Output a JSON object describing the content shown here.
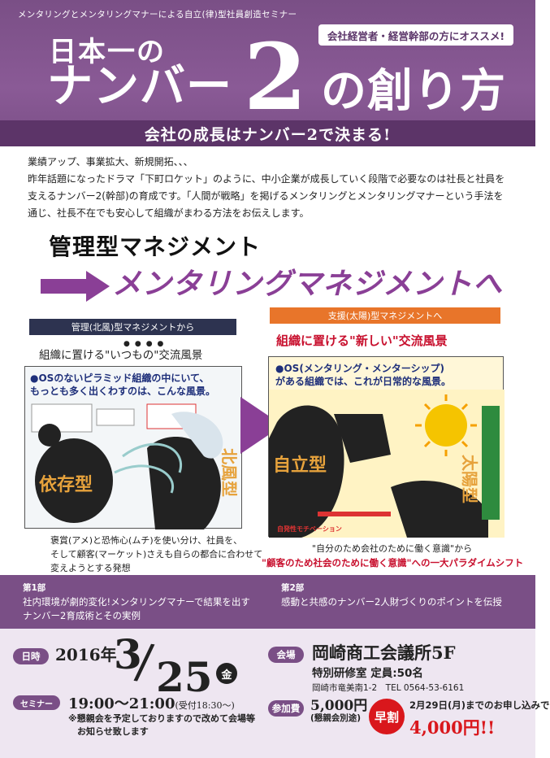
{
  "header": {
    "eyebrow": "メンタリングとメンタリングマナーによる自立(律)型社員創造セミナー",
    "recommend": "会社経営者・経営幹部の方にオススメ!",
    "title_line1": "日本一の",
    "title_line2": "ナンバー",
    "title_number": "2",
    "title_line3": "の創り方",
    "subtitle": "会社の成長はナンバー2で決まる!"
  },
  "intro": {
    "lines": [
      "業績アップ、事業拡大、新規開拓、、、",
      "昨年話題になったドラマ「下町ロケット」のように、中小企業が成長していく段階で必要なのは社長と社員を",
      "支えるナンバー2(幹部)の育成です。「人間が戦略」を掲げるメンタリングとメンタリングマナーという手法を",
      "通じ、社長不在でも安心して組織がまわる方法をお伝えします。"
    ]
  },
  "headings": {
    "from": "管理型マネジメント",
    "to": "メンタリングマネジメントへ"
  },
  "left_panel": {
    "band": "管理(北風)型マネジメントから",
    "caption": "組織に置ける\"いつもの\"交流風景",
    "box_head_line1": "●OSのないピラミッド組織の中にいて、",
    "box_head_line2": "もっとも多く出くわすのは、こんな風景。",
    "label_dependent": "依存型",
    "label_north_wind": "北風型",
    "note_lines": [
      "褒賞(アメ)と恐怖心(ムチ)を使い分け、社員を、",
      "そして顧客(マーケット)さえも自らの都合に合わせて",
      "変えようとする発想"
    ]
  },
  "right_panel": {
    "band": "支援(太陽)型マネジメントへ",
    "caption": "組織に置ける\"新しい\"交流風景",
    "box_head_line1": "●OS(メンタリング・メンターシップ)",
    "box_head_line2": "がある組織では、これが日常的な風景。",
    "label_independent": "自立型",
    "label_sun": "太陽型",
    "label_motivation": "自発性モチベーション",
    "quote1": "\"自分のため会社のために働く意識\"から",
    "quote2": "\"顧客のため社会のために働く意識\"への一大パラダイムシフト"
  },
  "parts": [
    {
      "label": "第1部",
      "text_line1": "社内環境が劇的変化!メンタリングマナーで結果を出す",
      "text_line2": "ナンバー2育成術とその実例"
    },
    {
      "label": "第2部",
      "text_line1": "感動と共感のナンバー2人財づくりのポイントを伝授",
      "text_line2": ""
    }
  ],
  "event": {
    "date_label": "日時",
    "year": "2016年",
    "month": "3",
    "day": "25",
    "weekday": "金",
    "seminar_label": "セミナー",
    "time": "19:00〜21:00",
    "time_note": "(受付18:30〜)",
    "note_line1": "※懇親会を予定しておりますので改めて会場等",
    "note_line2": "お知らせ致します",
    "venue_label": "会場",
    "venue": "岡崎商工会議所5F",
    "room": "特別研修室 定員:50名",
    "address": "岡崎市竜美南1-2　TEL 0564-53-6161",
    "fee_label": "参加費",
    "fee": "5,000円",
    "fee_note": "(懇親会別途)",
    "early_label": "早割",
    "early_text": "2月29日(月)までのお申し込みで",
    "early_price": "4,000円!!"
  },
  "colors": {
    "brand_purple": "#7a4f86",
    "dark_purple": "#5c3468",
    "accent_red": "#c8102e",
    "navy": "#2d3350",
    "orange": "#e8752a"
  }
}
